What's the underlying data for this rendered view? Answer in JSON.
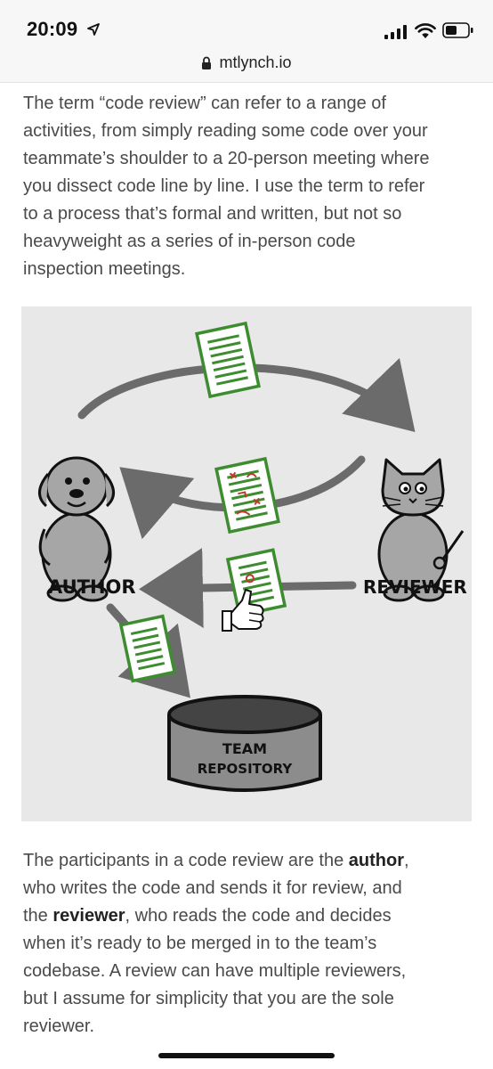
{
  "status_bar": {
    "time": "20:09",
    "icons": [
      "location-arrow-icon",
      "signal-bars-icon",
      "wifi-icon",
      "battery-icon"
    ]
  },
  "browser": {
    "url": "mtlynch.io",
    "lock_icon": "lock-icon"
  },
  "article": {
    "intro_lines": [
      "The term “code review” can refer to a range of",
      "activities, from simply reading some code over your",
      "teammate’s shoulder to a 20-person meeting where",
      "you dissect code line by line. I use the term to refer",
      "to a process that’s formal and written, but not so",
      "heavyweight as a series of in-person code",
      "inspection meetings."
    ],
    "participants": {
      "l1_pre": "The participants in a code review are the ",
      "l1_bold": "author",
      "l1_post": ",",
      "l2": "who writes the code and sends it for review, and",
      "l3_pre": "the ",
      "l3_bold": "reviewer",
      "l3_post": ", who reads the code and decides",
      "l4": "when it’s ready to be merged in to the team’s",
      "l5": "codebase. A review can have multiple reviewers,",
      "l6": "but I assume for simplicity that you are the sole",
      "l7": "reviewer."
    }
  },
  "diagram": {
    "author_label": "AUTHOR",
    "reviewer_label": "REVIEWER",
    "repository_line1": "TEAM",
    "repository_line2": "REPOSITORY",
    "colors": {
      "background": "#e8e8e8",
      "arrow": "#6b6b6b",
      "document_border": "#3d8c2f",
      "document_lines": "#3d8c2f",
      "comment_marks": "#c0392b",
      "character_body": "#a6a6a6"
    }
  }
}
